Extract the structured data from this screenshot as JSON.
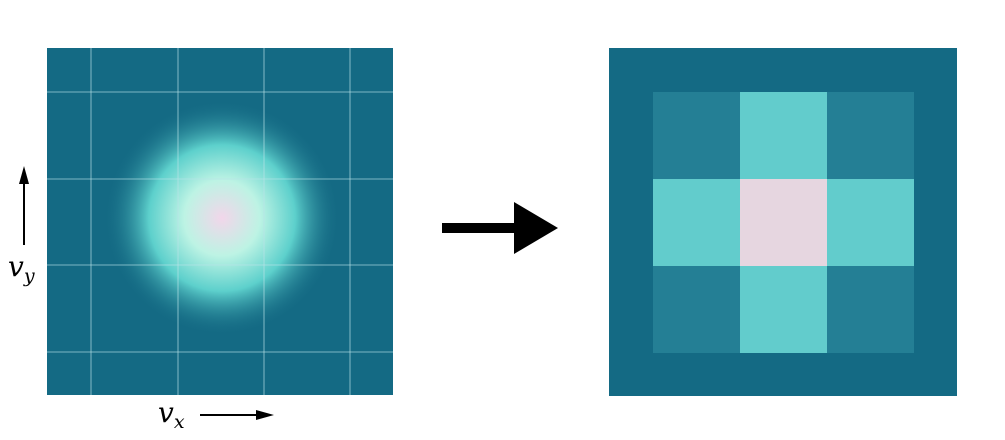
{
  "axes": {
    "x_label": {
      "main": "v",
      "sub": "x"
    },
    "y_label": {
      "main": "v",
      "sub": "y"
    }
  },
  "colors": {
    "background_field": "#146a84",
    "grid_line": "#b9e2e6",
    "glow_center": "#f2d6ea",
    "glow_mid": "#bdf3e4",
    "glow_outer": "#5dd0cc",
    "cell_dark": "#146a84",
    "cell_medium": "#247f95",
    "cell_bright": "#62cccc",
    "cell_center": "#e6d6e0",
    "arrow": "#000000"
  },
  "grid": {
    "rows": [
      [
        "cell_medium",
        "cell_bright",
        "cell_medium"
      ],
      [
        "cell_bright",
        "cell_center",
        "cell_bright"
      ],
      [
        "cell_medium",
        "cell_bright",
        "cell_medium"
      ]
    ]
  },
  "icons": {
    "transform_arrow": "right-arrow-icon",
    "x_axis_arrow": "right-arrow-icon",
    "y_axis_arrow": "up-arrow-icon"
  }
}
